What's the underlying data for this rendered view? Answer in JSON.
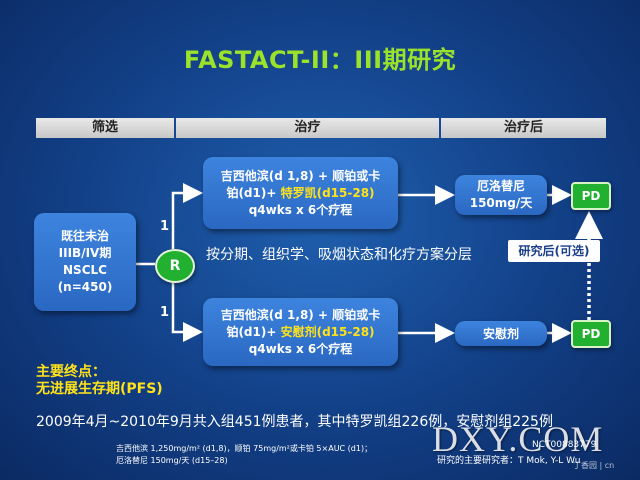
{
  "title": "FASTACT-II：III期研究",
  "phases": {
    "screening": "筛选",
    "treatment": "治疗",
    "post_treatment": "治疗后"
  },
  "patient_box": {
    "line1": "既往未治",
    "line2": "IIIB/IV期",
    "line3": "NSCLC",
    "line4": "(n=450)"
  },
  "randomization": {
    "label": "R",
    "ratio_top": "1",
    "ratio_bottom": "1",
    "stratification": "按分期、组织学、吸烟状态和化疗方案分层"
  },
  "arm_erlotinib": {
    "line1": "吉西他滨(d 1,8) + 顺铂或卡",
    "line2_prefix": "铂(d1)+ ",
    "line2_drug": "特罗凯(d15-28)",
    "line3": "q4wks x 6个疗程"
  },
  "arm_placebo": {
    "line1": "吉西他滨(d 1,8) + 顺铂或卡",
    "line2_prefix": "铂(d1)+ ",
    "line2_drug": "安慰剂(d15-28)",
    "line3": "q4wks x 6个疗程"
  },
  "maintenance_erlotinib": {
    "line1": "厄洛替尼",
    "line2": "150mg/天"
  },
  "maintenance_placebo": "安慰剂",
  "pd_label": "PD",
  "post_study": "研究后(可选)",
  "endpoint": {
    "label": "主要终点：",
    "value": "无进展生存期(PFS)"
  },
  "enrollment": "2009年4月~2010年9月共入组451例患者，其中特罗凯组226例，安慰剂组225例",
  "footnotes": {
    "line1": "吉西他滨 1,250mg/m² (d1,8)，顺铂 75mg/m²或卡铂 5×AUC (d1)；",
    "line2": "厄洛替尼 150mg/天 (d15–28)"
  },
  "trial_id": "NCT00883779",
  "principal_investigator": "研究的主要研究者：T Mok, Y-L Wu",
  "watermark": {
    "main": "DXY.COM",
    "sub": "丁香园 | cn"
  },
  "colors": {
    "title": "#9be22b",
    "box_blue": "#3d84de",
    "pd_green": "#22b030",
    "highlight_yellow": "#ffe21a"
  }
}
